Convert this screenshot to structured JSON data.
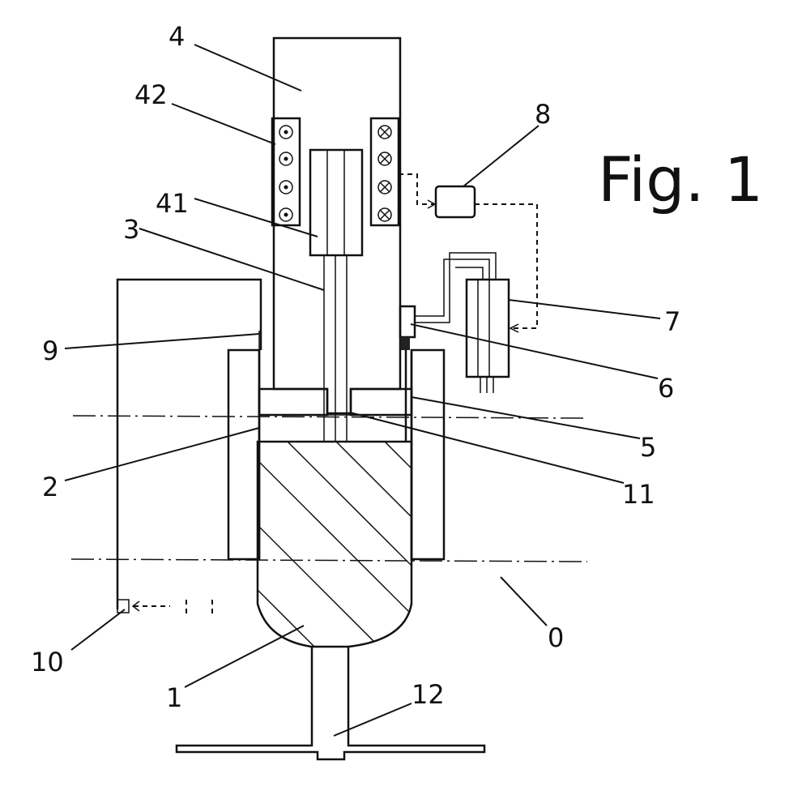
{
  "figure": {
    "title": "Fig. 1",
    "labels": {
      "l4": "4",
      "l42": "42",
      "l8": "8",
      "l41": "41",
      "l3": "3",
      "l7": "7",
      "l9": "9",
      "l6": "6",
      "l5": "5",
      "l2": "2",
      "l11": "11",
      "l0": "0",
      "l10": "10",
      "l1": "1",
      "l12": "12"
    }
  }
}
